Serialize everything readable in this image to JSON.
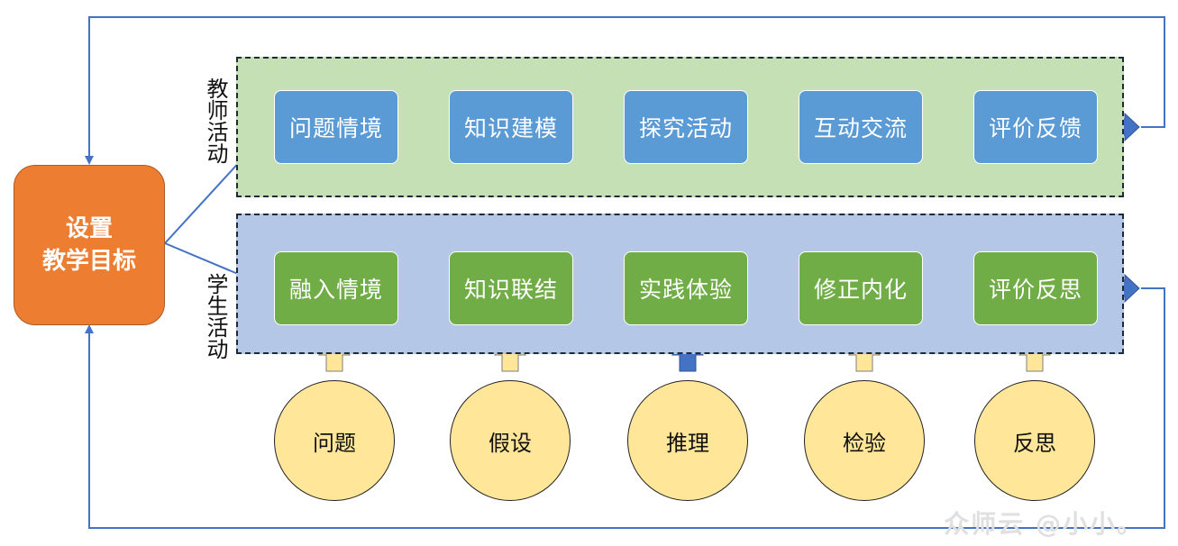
{
  "goal": {
    "line1": "设置",
    "line2": "教学目标"
  },
  "lanes": {
    "teacher": {
      "label": "教师活动"
    },
    "student": {
      "label": "学生活动"
    }
  },
  "teacher_steps": [
    "问题情境",
    "知识建模",
    "探究活动",
    "互动交流",
    "评价反馈"
  ],
  "student_steps": [
    "融入情境",
    "知识联结",
    "实践体验",
    "修正内化",
    "评价反思"
  ],
  "thinking_steps": [
    "问题",
    "假设",
    "推理",
    "检验",
    "反思"
  ],
  "colors": {
    "goal": "#ed7d31",
    "teacher_lane": "#c5e0b4",
    "student_lane": "#b4c7e7",
    "teacher_step": "#5b9bd5",
    "student_step": "#70ad47",
    "thinking_circle": "#ffe699",
    "connector": "#4472c4",
    "up_arrow_default": "#ffe699",
    "up_arrow_highlight": "#4472c4"
  },
  "watermark": "众师云 @小小。"
}
